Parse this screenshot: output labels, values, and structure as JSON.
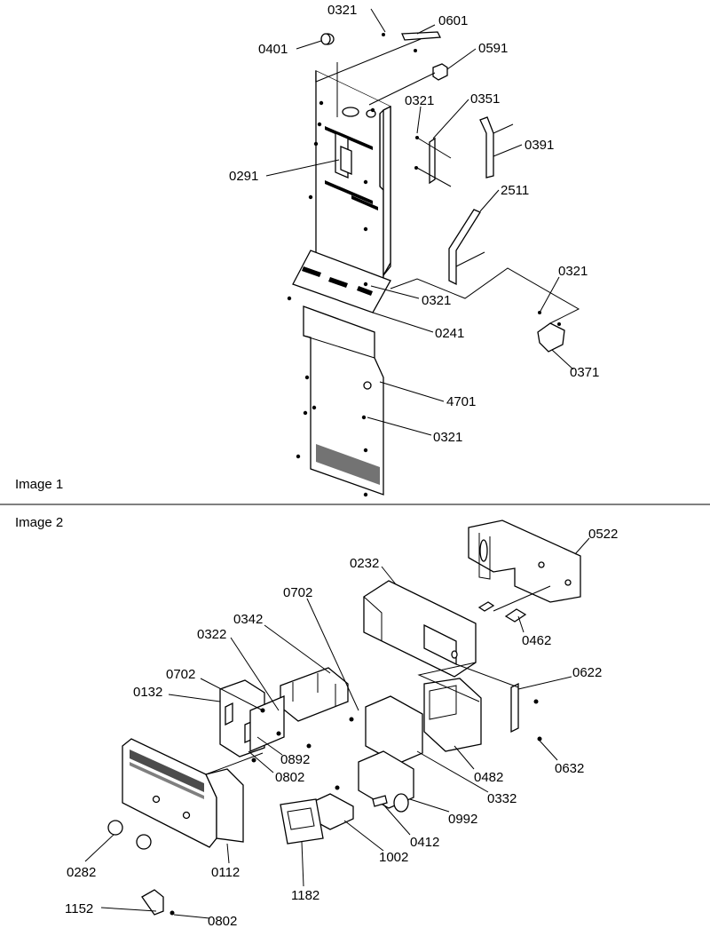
{
  "sections": [
    {
      "label": "Image 1"
    },
    {
      "label": "Image 2"
    }
  ],
  "callouts_image1": [
    "0321",
    "0601",
    "0401",
    "0591",
    "0321",
    "0351",
    "0391",
    "0291",
    "2511",
    "0321",
    "0321",
    "0241",
    "0371",
    "4701",
    "0321"
  ],
  "callouts_image2": [
    "0522",
    "0232",
    "0702",
    "0342",
    "0322",
    "0462",
    "0622",
    "0702",
    "0132",
    "0892",
    "0802",
    "0482",
    "0632",
    "0332",
    "0992",
    "0412",
    "1002",
    "0282",
    "0112",
    "1182",
    "1152",
    "0802"
  ]
}
